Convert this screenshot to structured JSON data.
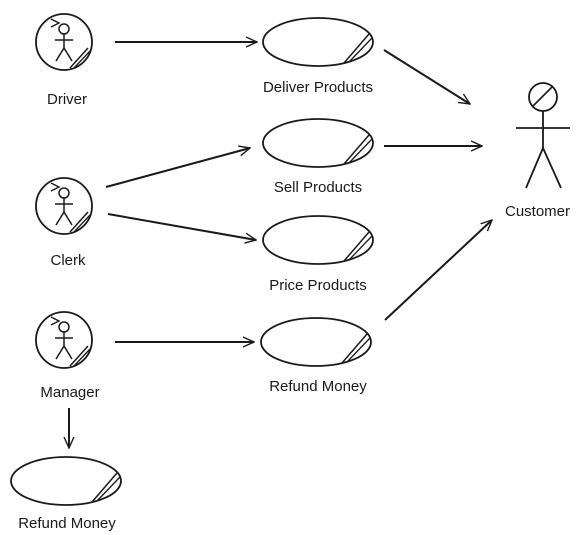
{
  "actors": {
    "driver": {
      "label": "Driver",
      "icon": "business-worker-icon"
    },
    "clerk": {
      "label": "Clerk",
      "icon": "business-worker-icon"
    },
    "manager": {
      "label": "Manager",
      "icon": "business-worker-icon"
    },
    "customer": {
      "label": "Customer",
      "icon": "business-actor-icon"
    }
  },
  "use_cases": {
    "deliver_products": {
      "label": "Deliver Products",
      "icon": "business-use-case-icon"
    },
    "sell_products": {
      "label": "Sell Products",
      "icon": "business-use-case-icon"
    },
    "price_products": {
      "label": "Price Products",
      "icon": "business-use-case-icon"
    },
    "refund_money": {
      "label": "Refund Money",
      "icon": "business-use-case-icon"
    },
    "refund_money_manager": {
      "label": "Refund Money",
      "icon": "business-use-case-icon"
    }
  },
  "relationships": [
    {
      "from": "Driver",
      "to": "Deliver Products"
    },
    {
      "from": "Deliver Products",
      "to": "Customer"
    },
    {
      "from": "Clerk",
      "to": "Sell Products"
    },
    {
      "from": "Sell Products",
      "to": "Customer"
    },
    {
      "from": "Clerk",
      "to": "Price Products"
    },
    {
      "from": "Manager",
      "to": "Refund Money"
    },
    {
      "from": "Refund Money",
      "to": "Customer"
    },
    {
      "from": "Manager",
      "to": "Refund Money"
    }
  ],
  "colors": {
    "ink": "#1a1a1a",
    "background": "#ffffff"
  }
}
